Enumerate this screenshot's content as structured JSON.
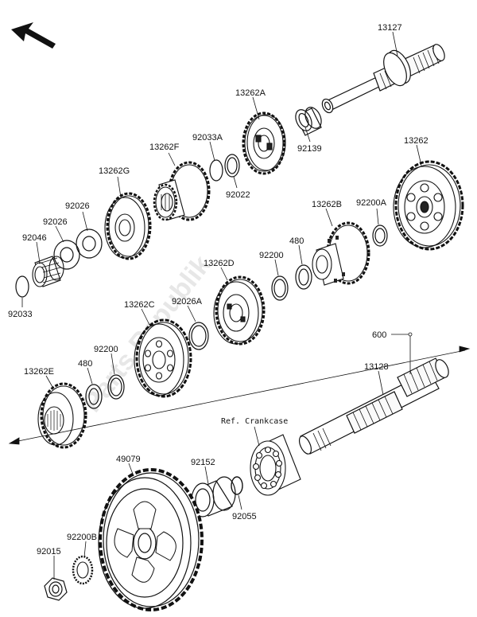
{
  "labels": {
    "p13127": "13127",
    "p13262A": "13262A",
    "p92033A": "92033A",
    "p13262F": "13262F",
    "p92139": "92139",
    "p92022": "92022",
    "p13262G": "13262G",
    "p92026a": "92026",
    "p92026b": "92026",
    "p92046": "92046",
    "p92033": "92033",
    "p13262": "13262",
    "p13262B": "13262B",
    "p92200A": "92200A",
    "p480a": "480",
    "p92200a": "92200",
    "p13262D": "13262D",
    "p92026A": "92026A",
    "p13262C": "13262C",
    "p92200b": "92200",
    "p480b": "480",
    "p13262E": "13262E",
    "p600": "600",
    "p13128": "13128",
    "refCrankcase": "Ref. Crankcase",
    "p49079": "49079",
    "p92152": "92152",
    "p92055": "92055",
    "p92200B": "92200B",
    "p92015": "92015"
  },
  "watermark": "Parts Republik",
  "icons": {
    "direction": "front-arrow-icon"
  }
}
